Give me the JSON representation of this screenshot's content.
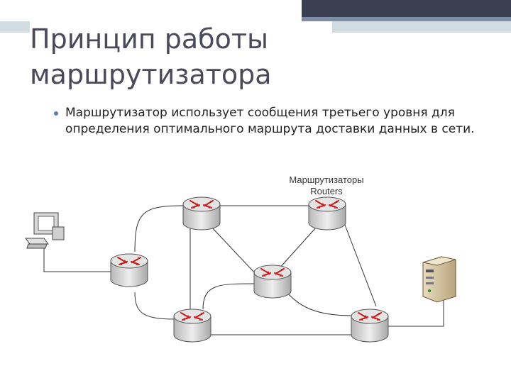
{
  "title": "Принцип работы маршрутизатора",
  "bullet": "Маршрутизатор использует сообщения третьего уровня для определения оптимального маршрута доставки данных в сети.",
  "diagram": {
    "label_ru": "Маршрутизаторы",
    "label_en": "Routers"
  },
  "colors": {
    "title": "#4a4a5a",
    "bullet": "#5f7ea0",
    "router_body": "#d6d6d6",
    "router_arrow": "#cc1a1a"
  }
}
